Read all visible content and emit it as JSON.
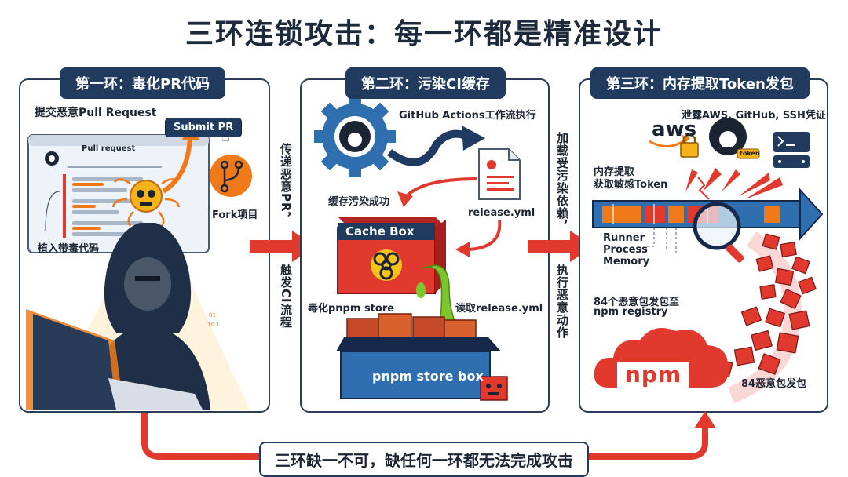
{
  "title": "三环连锁攻击：每一环都是精准设计",
  "panels": [
    {
      "title": "第一环：毒化PR代码",
      "labels": {
        "submit_pr_text": "提交恶意Pull Request",
        "submit_button": "Submit PR",
        "pr_window_title": "Pull request",
        "fork": "Fork项目",
        "inject": "植入带毒代码"
      }
    },
    {
      "title": "第二环：污染CI缓存",
      "labels": {
        "actions": "GitHub Actions工作流执行",
        "cache_success": "缓存污染成功",
        "release_yml": "release.yml",
        "cache_box": "Cache Box",
        "poison_store": "毒化pnpm store",
        "read_release": "读取release.yml",
        "store_box": "pnpm store box"
      }
    },
    {
      "title": "第三环：内存提取Token发包",
      "labels": {
        "leak": "泄露AWS, GitHub, SSH凭证",
        "aws": "aws",
        "token_tag": "token",
        "extract_line1": "内存提取",
        "extract_line2": "获取敏感Token",
        "runner_line1": "Runner",
        "runner_line2": "Process",
        "runner_line3": "Memory",
        "publish_line1": "84个恶意包发包至",
        "publish_line2": "npm registry",
        "npm_logo": "npm",
        "count_label": "84恶意包发包"
      }
    }
  ],
  "connectors": {
    "first": {
      "top": "传递恶意PR，",
      "bottom": "触发CI流程"
    },
    "second": {
      "top": "加载受污染依赖，",
      "bottom": "执行恶意动作"
    }
  },
  "conclusion": "三环缺一不可，缺任何一环都无法完成攻击",
  "colors": {
    "navy": "#203b5e",
    "orange": "#f07a1a",
    "red": "#e2392f",
    "green": "#7cc62b",
    "blue": "#2f6fb0"
  }
}
